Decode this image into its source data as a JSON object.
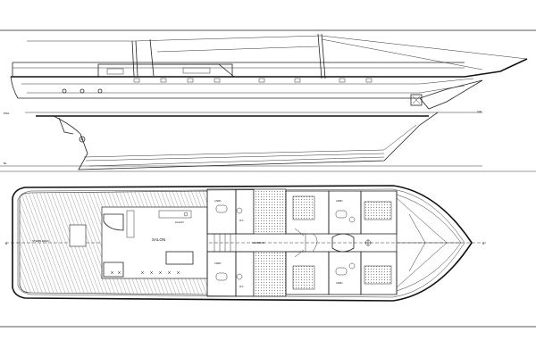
{
  "labels": {
    "salon": "SALON",
    "stern_deck": "STERN DECK",
    "galley": "GALLEY",
    "corridor": "CORRIDOR",
    "cabin": "CABIN",
    "wc": "W.C.",
    "lwl": "LWL",
    "bl": "BL",
    "dwl": "DWL"
  },
  "colors": {
    "ink": "#222222",
    "paper": "#ffffff",
    "hatch": "#555555"
  }
}
